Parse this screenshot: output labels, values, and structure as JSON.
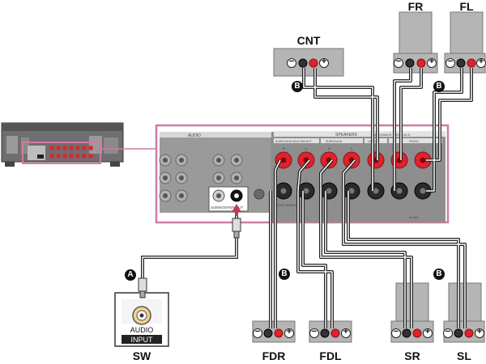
{
  "labels": {
    "fr": "FR",
    "fl": "FL",
    "cnt": "CNT",
    "sw": "SW",
    "fdr": "FDR",
    "fdl": "FDL",
    "sr": "SR",
    "sl": "SL"
  },
  "callouts": {
    "a": "A",
    "b": "B"
  },
  "panel": {
    "audio": "AUDIO",
    "speakers": "SPEAKERS",
    "impedance": "IMPEDANCE USE 6-16 Ω",
    "surround_back_height": "SURROUND BACK/HEIGHT",
    "surround": "SURROUND",
    "center": "CENTER",
    "front": "FRONT",
    "r": "R",
    "l": "L",
    "subwoofer_out": "SUBWOOFER OUT",
    "front_b_height": "FRONT B/HEIGHT",
    "ohm": "6-16Ω"
  },
  "sub_box": {
    "audio": "AUDIO",
    "input": "INPUT"
  },
  "terminal_signs": {
    "minus": "−",
    "plus": "+"
  },
  "colors": {
    "highlight": "#d07aa6",
    "panel": "#8c8c8c",
    "red_terminal": "#e0222d",
    "cable": "#222222",
    "speaker_body": "#b5b5b5"
  }
}
